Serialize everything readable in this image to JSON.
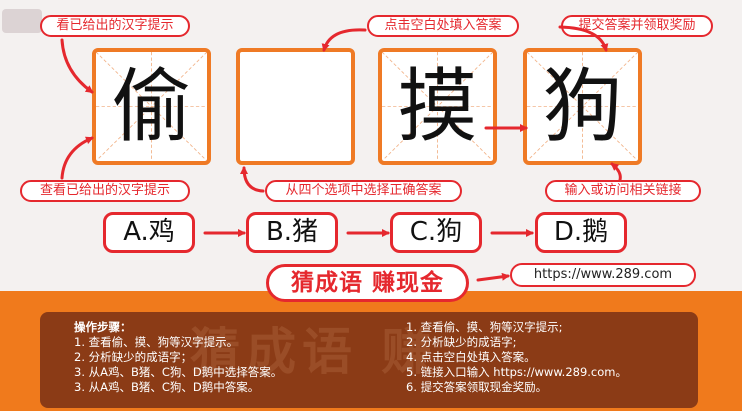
{
  "tips": {
    "top_left": "看已给出的汉字提示",
    "top_center": "点击空白处填入答案",
    "top_right": "提交答案并领取奖励",
    "bottom_left": "查看已给出的汉字提示",
    "bottom_center": "从四个选项中选择正确答案",
    "bottom_right": "输入或访问相关链接"
  },
  "grid": [
    "偷",
    "",
    "摸",
    "狗"
  ],
  "options": [
    "A.鸡",
    "B.猪",
    "C.狗",
    "D.鹅"
  ],
  "slogan": "猜成语 赚现金",
  "url": "https://www.289.com",
  "watermark": "猜成语 赚",
  "steps": {
    "heading": "操作步骤：",
    "left": [
      "1. 查看偷、摸、狗等汉字提示。",
      "2. 分析缺少的成语字；",
      "3. 从A鸡、B猪、C狗、D鹅中选择答案。",
      "3. 从A鸡、B猪、C狗、D鹅中答案。"
    ],
    "right": [
      "1. 查看偷、摸、狗等汉字提示;",
      "2. 分析缺少的成语字;",
      "4. 点击空白处填入答案。",
      "5. 链接入口输入 https://www.289.com。",
      "6. 提交答案领取现金奖励。"
    ]
  },
  "colors": {
    "accent": "#e5282e",
    "box_border": "#ef7a25",
    "band": "#f07a1c",
    "panel": "#8b3b16"
  }
}
